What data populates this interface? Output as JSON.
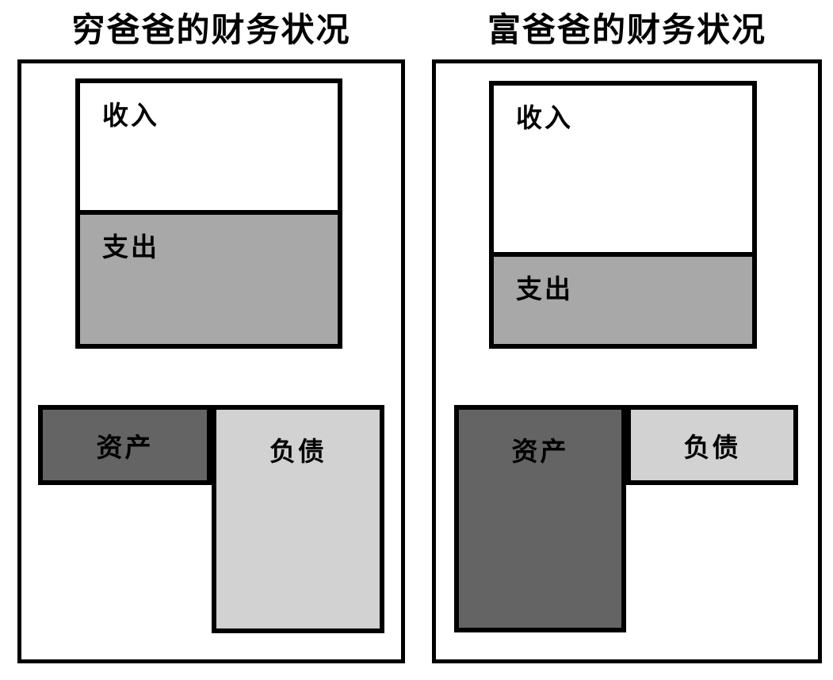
{
  "panels": [
    {
      "title": "穷爸爸的财务状况",
      "income_label": "收入",
      "expense_label": "支出",
      "assets_label": "资产",
      "liabilities_label": "负债"
    },
    {
      "title": "富爸爸的财务状况",
      "income_label": "收入",
      "expense_label": "支出",
      "assets_label": "资产",
      "liabilities_label": "负债"
    }
  ],
  "colors": {
    "background": "#ffffff",
    "border": "#000000",
    "text": "#000000",
    "income_fill": "#ffffff",
    "expense_fill": "#a8a8a8",
    "assets_fill": "#646464",
    "liabilities_fill": "#d2d2d2"
  }
}
